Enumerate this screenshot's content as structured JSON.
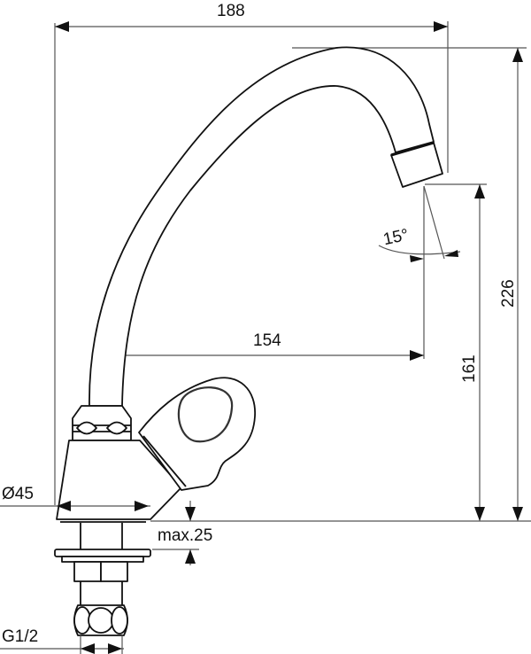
{
  "drawing": {
    "subject": "Single-lever basin tap (spout faucet) technical drawing",
    "units": "mm",
    "line_color": "#111111",
    "dimension_line_color": "#555555",
    "background": "#ffffff"
  },
  "dimensions": {
    "overall_width": "188",
    "spout_reach": "154",
    "overall_height": "226",
    "outlet_height": "161",
    "spout_angle": "15°",
    "base_diameter": "Ø45",
    "max_deck_thickness": "max.25",
    "connection_thread": "G1/2"
  }
}
